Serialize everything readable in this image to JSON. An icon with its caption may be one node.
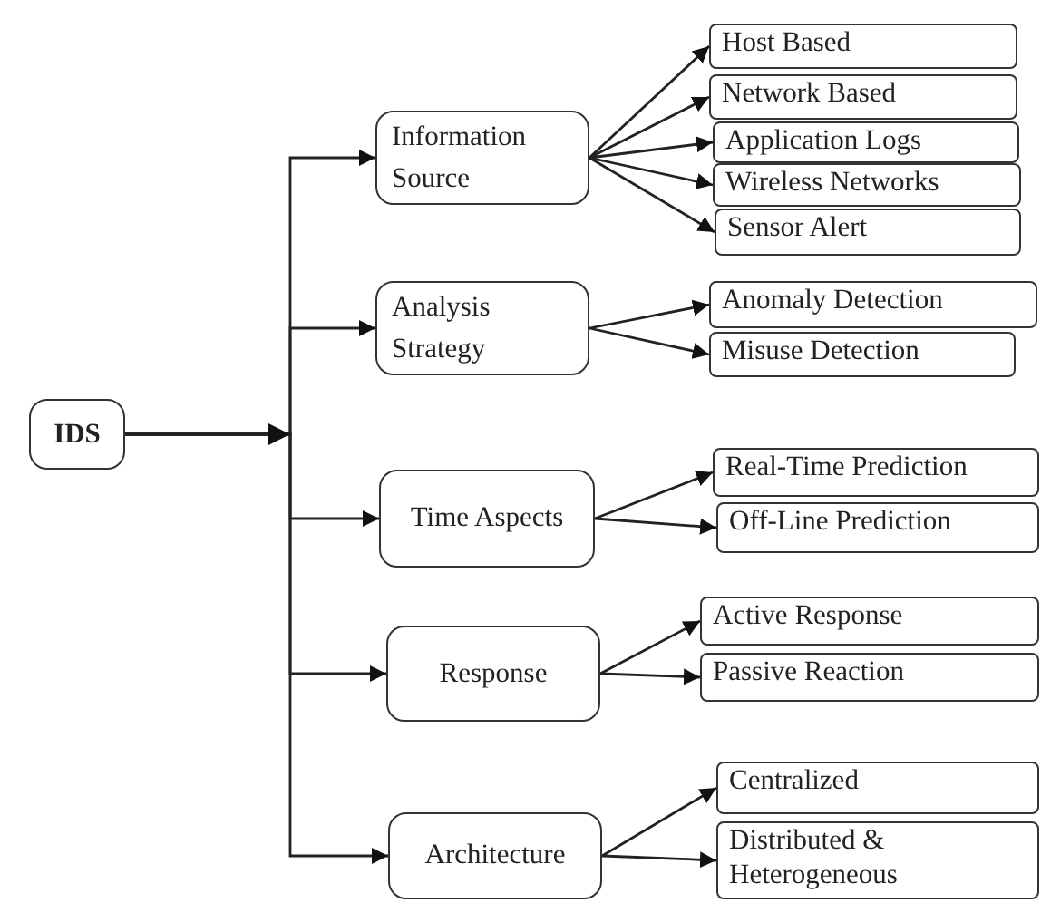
{
  "diagram": {
    "nodes": [
      {
        "text": [
          "IDS"
        ]
      },
      {
        "text": [
          "Information Source"
        ]
      },
      {
        "text": [
          "Host Based"
        ]
      },
      {
        "text": [
          "Network Based"
        ]
      },
      {
        "text": [
          "Application Logs"
        ]
      },
      {
        "text": [
          "Wireless Networks"
        ]
      },
      {
        "text": [
          "Sensor Alert"
        ]
      },
      {
        "text": [
          "Analysis Strategy"
        ]
      },
      {
        "text": [
          "Anomaly Detection"
        ]
      },
      {
        "text": [
          "Misuse Detection"
        ]
      },
      {
        "text": [
          "Time Aspects"
        ]
      },
      {
        "text": [
          "Real-Time Prediction"
        ]
      },
      {
        "text": [
          "Off-Line Prediction"
        ]
      },
      {
        "text": [
          "Response"
        ]
      },
      {
        "text": [
          "Active Response"
        ]
      },
      {
        "text": [
          "Passive Reaction"
        ]
      },
      {
        "text": [
          "Architecture"
        ]
      },
      {
        "text": [
          "Centralized"
        ]
      },
      {
        "text": [
          "Distributed & Heterogeneous"
        ]
      }
    ],
    "edges": [
      {
        "from": 0,
        "to": 1,
        "arrow": "to"
      },
      {
        "from": 0,
        "to": 7,
        "arrow": "to"
      },
      {
        "from": 0,
        "to": 10,
        "arrow": "to"
      },
      {
        "from": 0,
        "to": 13,
        "arrow": "to"
      },
      {
        "from": 0,
        "to": 16,
        "arrow": "to"
      },
      {
        "from": 1,
        "to": 2,
        "arrow": "to"
      },
      {
        "from": 1,
        "to": 3,
        "arrow": "to"
      },
      {
        "from": 1,
        "to": 4,
        "arrow": "to"
      },
      {
        "from": 1,
        "to": 5,
        "arrow": "to"
      },
      {
        "from": 1,
        "to": 6,
        "arrow": "to"
      },
      {
        "from": 7,
        "to": 8,
        "arrow": "to"
      },
      {
        "from": 7,
        "to": 9,
        "arrow": "to"
      },
      {
        "from": 10,
        "to": 11,
        "arrow": "to"
      },
      {
        "from": 10,
        "to": 12,
        "arrow": "to"
      },
      {
        "from": 13,
        "to": 14,
        "arrow": "to"
      },
      {
        "from": 13,
        "to": 15,
        "arrow": "to"
      },
      {
        "from": 16,
        "to": 17,
        "arrow": "to"
      },
      {
        "from": 16,
        "to": 18,
        "arrow": "to"
      }
    ]
  }
}
